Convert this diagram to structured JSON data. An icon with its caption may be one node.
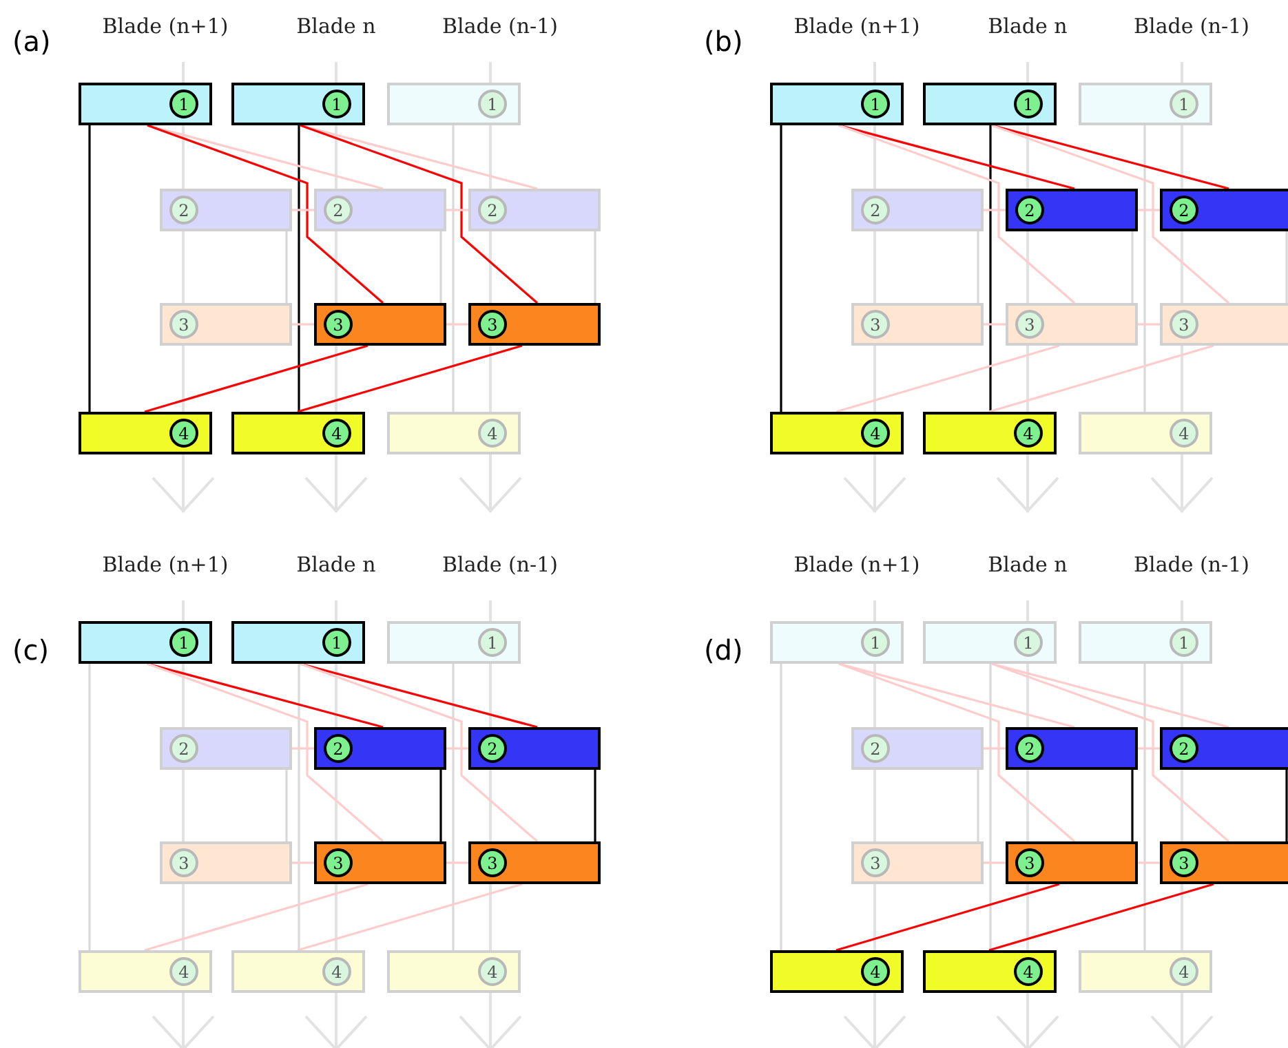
{
  "diagram": {
    "nodes": [
      {
        "text": [
          "1"
        ]
      },
      {
        "text": [
          "1"
        ]
      },
      {
        "text": [
          "1"
        ]
      },
      {
        "text": [
          "2"
        ]
      },
      {
        "text": [
          "2"
        ]
      },
      {
        "text": [
          "2"
        ]
      },
      {
        "text": [
          "3"
        ]
      },
      {
        "text": [
          "3"
        ]
      },
      {
        "text": [
          "3"
        ]
      },
      {
        "text": [
          "4"
        ]
      },
      {
        "text": [
          "4"
        ]
      },
      {
        "text": [
          "4"
        ]
      },
      {
        "text": [
          "1"
        ]
      },
      {
        "text": [
          "1"
        ]
      },
      {
        "text": [
          "1"
        ]
      },
      {
        "text": [
          "2"
        ]
      },
      {
        "text": [
          "2"
        ]
      },
      {
        "text": [
          "2"
        ]
      },
      {
        "text": [
          "3"
        ]
      },
      {
        "text": [
          "3"
        ]
      },
      {
        "text": [
          "3"
        ]
      },
      {
        "text": [
          "4"
        ]
      },
      {
        "text": [
          "4"
        ]
      },
      {
        "text": [
          "4"
        ]
      },
      {
        "text": [
          "1"
        ]
      },
      {
        "text": [
          "1"
        ]
      },
      {
        "text": [
          "1"
        ]
      },
      {
        "text": [
          "2"
        ]
      },
      {
        "text": [
          "2"
        ]
      },
      {
        "text": [
          "2"
        ]
      },
      {
        "text": [
          "3"
        ]
      },
      {
        "text": [
          "3"
        ]
      },
      {
        "text": [
          "3"
        ]
      },
      {
        "text": [
          "4"
        ]
      },
      {
        "text": [
          "4"
        ]
      },
      {
        "text": [
          "4"
        ]
      },
      {
        "text": [
          "1"
        ]
      },
      {
        "text": [
          "1"
        ]
      },
      {
        "text": [
          "1"
        ]
      },
      {
        "text": [
          "2"
        ]
      },
      {
        "text": [
          "2"
        ]
      },
      {
        "text": [
          "2"
        ]
      },
      {
        "text": [
          "3"
        ]
      },
      {
        "text": [
          "3"
        ]
      },
      {
        "text": [
          "3"
        ]
      },
      {
        "text": [
          "4"
        ]
      },
      {
        "text": [
          "4"
        ]
      },
      {
        "text": [
          "4"
        ]
      }
    ],
    "edges": [
      {
        "from": 0,
        "to": 9,
        "arrow": "none",
        "color": "#000000"
      },
      {
        "from": 1,
        "to": 10,
        "arrow": "none",
        "color": "#000000"
      },
      {
        "from": 2,
        "to": 11,
        "arrow": "none",
        "color": "#d9d9d9"
      },
      {
        "from": 3,
        "to": 6,
        "arrow": "none",
        "color": "#d9d9d9"
      },
      {
        "from": 4,
        "to": 7,
        "arrow": "none",
        "color": "#d9d9d9"
      },
      {
        "from": 5,
        "to": 8,
        "arrow": "none",
        "color": "#d9d9d9"
      },
      {
        "from": 0,
        "to": 4,
        "arrow": "none",
        "color": "#ffcccc"
      },
      {
        "from": 1,
        "to": 5,
        "arrow": "none",
        "color": "#ffcccc"
      },
      {
        "from": 0,
        "to": 7,
        "arrow": "none",
        "color": "#ff0000"
      },
      {
        "from": 1,
        "to": 8,
        "arrow": "none",
        "color": "#ff0000"
      },
      {
        "from": 7,
        "to": 9,
        "arrow": "none",
        "color": "#ff0000"
      },
      {
        "from": 8,
        "to": 10,
        "arrow": "none",
        "color": "#ff0000"
      },
      {
        "from": 3,
        "to": 4,
        "arrow": "none",
        "color": "#ffcccc"
      },
      {
        "from": 4,
        "to": 5,
        "arrow": "none",
        "color": "#ffcccc"
      },
      {
        "from": 6,
        "to": 7,
        "arrow": "none",
        "color": "#ffcccc"
      },
      {
        "from": 7,
        "to": 8,
        "arrow": "none",
        "color": "#ffcccc"
      },
      {
        "from": 12,
        "to": 21,
        "arrow": "none",
        "color": "#000000"
      },
      {
        "from": 13,
        "to": 22,
        "arrow": "none",
        "color": "#000000"
      },
      {
        "from": 14,
        "to": 23,
        "arrow": "none",
        "color": "#d9d9d9"
      },
      {
        "from": 15,
        "to": 18,
        "arrow": "none",
        "color": "#d9d9d9"
      },
      {
        "from": 16,
        "to": 19,
        "arrow": "none",
        "color": "#d9d9d9"
      },
      {
        "from": 17,
        "to": 20,
        "arrow": "none",
        "color": "#d9d9d9"
      },
      {
        "from": 12,
        "to": 16,
        "arrow": "none",
        "color": "#ff0000"
      },
      {
        "from": 13,
        "to": 17,
        "arrow": "none",
        "color": "#ff0000"
      },
      {
        "from": 12,
        "to": 19,
        "arrow": "none",
        "color": "#ffcccc"
      },
      {
        "from": 13,
        "to": 20,
        "arrow": "none",
        "color": "#ffcccc"
      },
      {
        "from": 19,
        "to": 21,
        "arrow": "none",
        "color": "#ffcccc"
      },
      {
        "from": 20,
        "to": 22,
        "arrow": "none",
        "color": "#ffcccc"
      },
      {
        "from": 15,
        "to": 16,
        "arrow": "none",
        "color": "#ffcccc"
      },
      {
        "from": 16,
        "to": 17,
        "arrow": "none",
        "color": "#ffcccc"
      },
      {
        "from": 18,
        "to": 19,
        "arrow": "none",
        "color": "#ffcccc"
      },
      {
        "from": 19,
        "to": 20,
        "arrow": "none",
        "color": "#ffcccc"
      },
      {
        "from": 24,
        "to": 33,
        "arrow": "none",
        "color": "#d9d9d9"
      },
      {
        "from": 25,
        "to": 34,
        "arrow": "none",
        "color": "#d9d9d9"
      },
      {
        "from": 26,
        "to": 35,
        "arrow": "none",
        "color": "#d9d9d9"
      },
      {
        "from": 27,
        "to": 30,
        "arrow": "none",
        "color": "#d9d9d9"
      },
      {
        "from": 28,
        "to": 31,
        "arrow": "none",
        "color": "#000000"
      },
      {
        "from": 29,
        "to": 32,
        "arrow": "none",
        "color": "#000000"
      },
      {
        "from": 24,
        "to": 28,
        "arrow": "none",
        "color": "#ff0000"
      },
      {
        "from": 25,
        "to": 29,
        "arrow": "none",
        "color": "#ff0000"
      },
      {
        "from": 24,
        "to": 31,
        "arrow": "none",
        "color": "#ffcccc"
      },
      {
        "from": 25,
        "to": 32,
        "arrow": "none",
        "color": "#ffcccc"
      },
      {
        "from": 31,
        "to": 33,
        "arrow": "none",
        "color": "#ffcccc"
      },
      {
        "from": 32,
        "to": 34,
        "arrow": "none",
        "color": "#ffcccc"
      },
      {
        "from": 27,
        "to": 28,
        "arrow": "none",
        "color": "#ffcccc"
      },
      {
        "from": 28,
        "to": 29,
        "arrow": "none",
        "color": "#ffcccc"
      },
      {
        "from": 30,
        "to": 31,
        "arrow": "none",
        "color": "#ffcccc"
      },
      {
        "from": 31,
        "to": 32,
        "arrow": "none",
        "color": "#ffcccc"
      },
      {
        "from": 36,
        "to": 45,
        "arrow": "none",
        "color": "#d9d9d9"
      },
      {
        "from": 37,
        "to": 46,
        "arrow": "none",
        "color": "#d9d9d9"
      },
      {
        "from": 38,
        "to": 47,
        "arrow": "none",
        "color": "#d9d9d9"
      },
      {
        "from": 39,
        "to": 42,
        "arrow": "none",
        "color": "#d9d9d9"
      },
      {
        "from": 40,
        "to": 43,
        "arrow": "none",
        "color": "#000000"
      },
      {
        "from": 41,
        "to": 44,
        "arrow": "none",
        "color": "#000000"
      },
      {
        "from": 36,
        "to": 40,
        "arrow": "none",
        "color": "#ffcccc"
      },
      {
        "from": 37,
        "to": 41,
        "arrow": "none",
        "color": "#ffcccc"
      },
      {
        "from": 36,
        "to": 43,
        "arrow": "none",
        "color": "#ffcccc"
      },
      {
        "from": 37,
        "to": 44,
        "arrow": "none",
        "color": "#ffcccc"
      },
      {
        "from": 43,
        "to": 45,
        "arrow": "none",
        "color": "#ff0000"
      },
      {
        "from": 44,
        "to": 46,
        "arrow": "none",
        "color": "#ff0000"
      },
      {
        "from": 39,
        "to": 40,
        "arrow": "none",
        "color": "#ffcccc"
      },
      {
        "from": 40,
        "to": 41,
        "arrow": "none",
        "color": "#ffcccc"
      },
      {
        "from": 42,
        "to": 43,
        "arrow": "none",
        "color": "#ffcccc"
      },
      {
        "from": 43,
        "to": 44,
        "arrow": "none",
        "color": "#ffcccc"
      }
    ],
    "labels": [
      "(a)",
      "Blade (n+1)",
      "Blade n",
      "Blade (n-1)",
      "(b)",
      "Blade (n+1)",
      "Blade n",
      "Blade (n-1)",
      "(c)",
      "Blade (n+1)",
      "Blade n",
      "Blade (n-1)",
      "(d)",
      "Blade (n+1)",
      "Blade n",
      "Blade (n-1)"
    ]
  }
}
